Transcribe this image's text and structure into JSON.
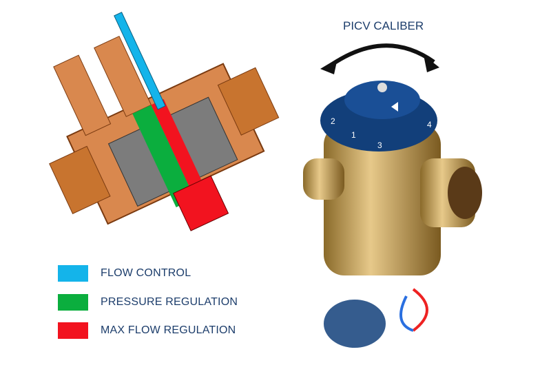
{
  "legend": [
    {
      "label": "FLOW CONTROL",
      "color": "#14b4ea"
    },
    {
      "label": "PRESSURE REGULATION",
      "color": "#0bae3e"
    },
    {
      "label": "MAX FLOW REGULATION",
      "color": "#f2131f"
    }
  ],
  "photo": {
    "title": "PICV CALIBER",
    "dial_numbers": [
      "1",
      "2",
      "3",
      "4"
    ],
    "dial_color": "#123f7a"
  }
}
